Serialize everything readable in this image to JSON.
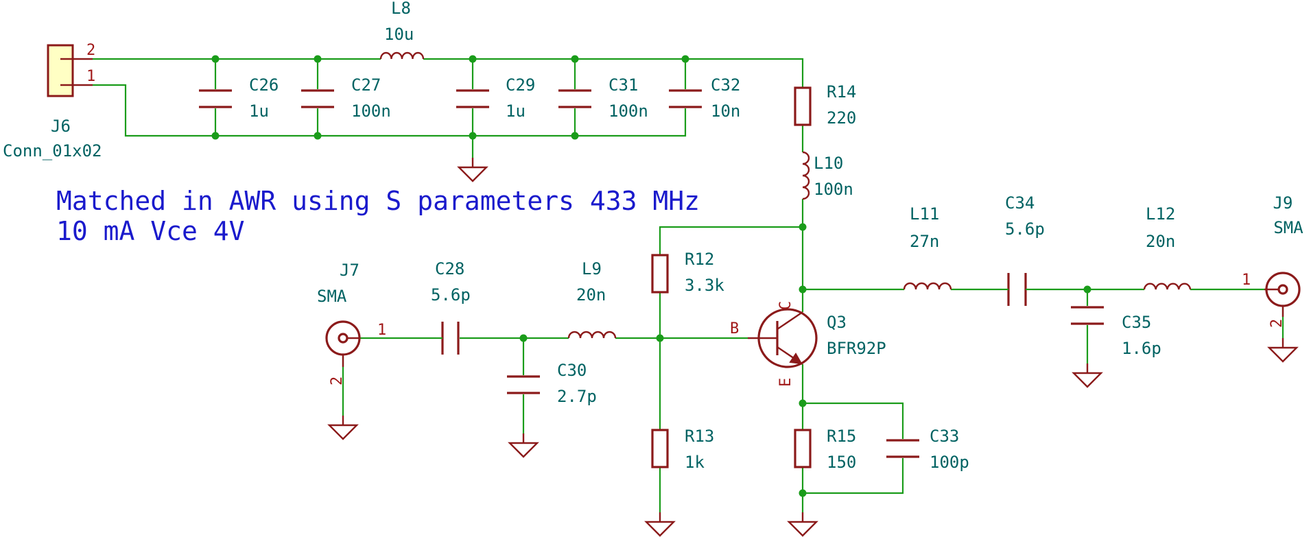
{
  "note": {
    "line1": "Matched in AWR using S parameters 433 MHz",
    "line2": "10 mA Vce 4V"
  },
  "colors": {
    "wire": "#1a9c1a",
    "component": "#8b1a1a",
    "reference_text": "#006262",
    "note_text": "#1a1acc",
    "connector_fill": "#ffffc4"
  },
  "components": {
    "J6": {
      "ref": "J6",
      "value": "Conn_01x02",
      "pins": [
        "2",
        "1"
      ]
    },
    "L8": {
      "ref": "L8",
      "value": "10u"
    },
    "C26": {
      "ref": "C26",
      "value": "1u"
    },
    "C27": {
      "ref": "C27",
      "value": "100n"
    },
    "C29": {
      "ref": "C29",
      "value": "1u"
    },
    "C31": {
      "ref": "C31",
      "value": "100n"
    },
    "C32": {
      "ref": "C32",
      "value": "10n"
    },
    "R14": {
      "ref": "R14",
      "value": "220"
    },
    "L10": {
      "ref": "L10",
      "value": "100n"
    },
    "L11": {
      "ref": "L11",
      "value": "27n"
    },
    "C34": {
      "ref": "C34",
      "value": "5.6p"
    },
    "L12": {
      "ref": "L12",
      "value": "20n"
    },
    "J9": {
      "ref": "J9",
      "value": "SMA",
      "pin1": "1",
      "pin2": "2"
    },
    "C35": {
      "ref": "C35",
      "value": "1.6p"
    },
    "J7": {
      "ref": "J7",
      "value": "SMA",
      "pin1": "1",
      "pin2": "2"
    },
    "C28": {
      "ref": "C28",
      "value": "5.6p"
    },
    "L9": {
      "ref": "L9",
      "value": "20n"
    },
    "R12": {
      "ref": "R12",
      "value": "3.3k"
    },
    "C30": {
      "ref": "C30",
      "value": "2.7p"
    },
    "Q3": {
      "ref": "Q3",
      "value": "BFR92P",
      "pin_b": "B",
      "pin_c": "C",
      "pin_e": "E"
    },
    "R13": {
      "ref": "R13",
      "value": "1k"
    },
    "R15": {
      "ref": "R15",
      "value": "150"
    },
    "C33": {
      "ref": "C33",
      "value": "100p"
    }
  }
}
